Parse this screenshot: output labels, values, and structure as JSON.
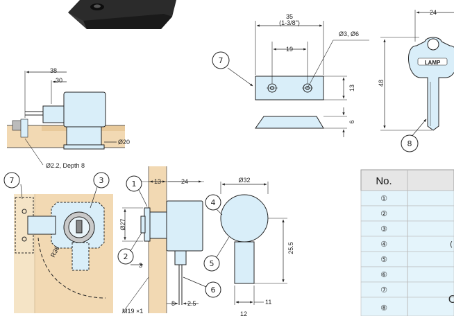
{
  "colors": {
    "part": "#d9eef9",
    "wood": "#f2d9b3",
    "wood_dark": "#e8c99a",
    "line": "#222222",
    "table_head": "#e6e6e6",
    "table_row": "#e4f4fb",
    "dark_part": "#2b2b2b"
  },
  "dimensions": {
    "d35": "35",
    "d35_inch": "(1-3/8\")",
    "d19": "19",
    "hole_dia": "Ø3, Ø6",
    "d13_right": "13",
    "d6_right": "6",
    "d24_key": "24",
    "d48_key": "48",
    "key_brand": "LAMP",
    "d38": "38",
    "d30": "30",
    "d20": "Ø20",
    "drill_note": "Ø2.2, Depth 8",
    "r38": "R38",
    "d13_side": "13",
    "d24_side": "24",
    "d27": "Ø27",
    "d3": "3",
    "d8": "8",
    "d2_5": "2.5",
    "thread": "M19 ×1",
    "d32": "Ø32",
    "d25_5": "25.5",
    "d11": "11",
    "d12_partial": "12"
  },
  "callouts": [
    "1",
    "2",
    "3",
    "4",
    "5",
    "6",
    "7",
    "8"
  ],
  "table": {
    "header_no": "No.",
    "rows": [
      "①",
      "②",
      "③",
      "④",
      "⑤",
      "⑥",
      "⑦",
      "⑧"
    ],
    "partial_row4": "(",
    "partial_row7": "C"
  }
}
